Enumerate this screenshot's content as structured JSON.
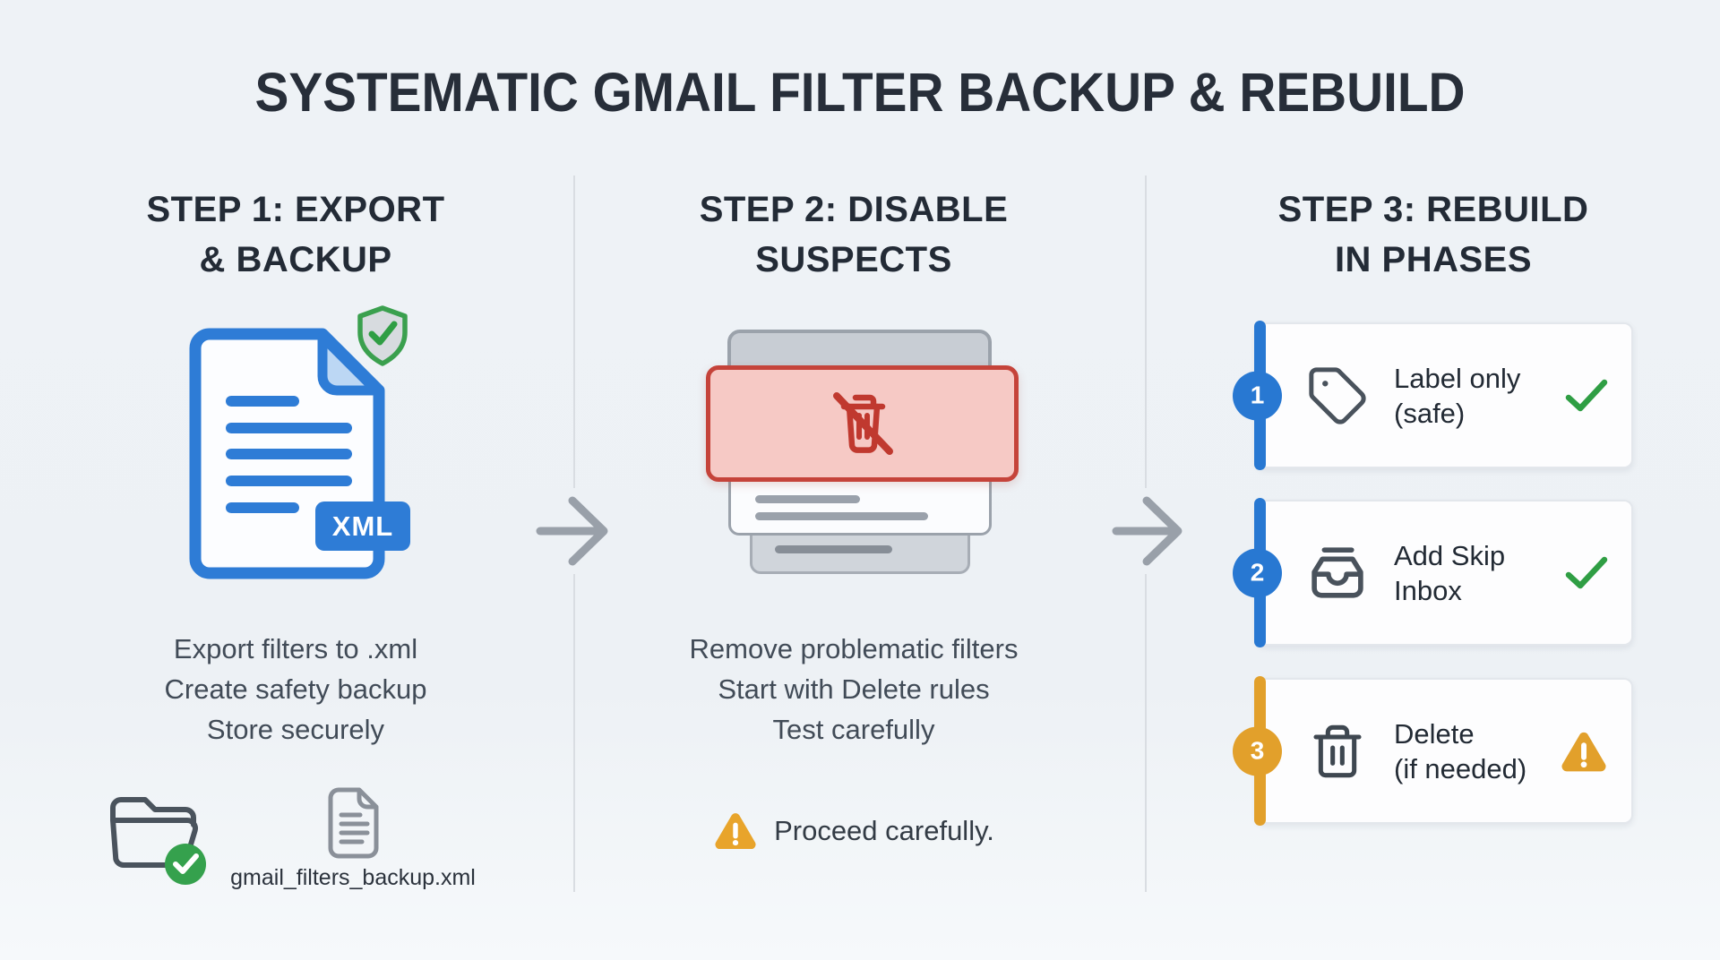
{
  "title": "SYSTEMATIC GMAIL FILTER BACKUP & REBUILD",
  "colors": {
    "background": "#edf1f5",
    "heading_text": "#232b36",
    "body_text": "#414b57",
    "accent_blue": "#2e7cd6",
    "badge_blue": "#2878d2",
    "badge_orange": "#e2a02b",
    "success_green": "#2f9e44",
    "danger_red_border": "#c5433a",
    "danger_red_fill": "#f6c9c5",
    "arrow_gray": "#99a0a9"
  },
  "icons": [
    "shield-check-icon",
    "xml-document-icon",
    "folder-check-icon",
    "file-icon",
    "disabled-trash-icon",
    "warning-triangle-icon",
    "tag-icon",
    "inbox-icon",
    "trash-icon",
    "check-icon",
    "arrow-right-icon"
  ],
  "steps": {
    "step1": {
      "heading": [
        "STEP 1: EXPORT",
        "& BACKUP"
      ],
      "bullets": [
        "Export filters to .xml",
        "Create safety backup",
        "Store securely"
      ],
      "xml_badge": "XML",
      "filename": "gmail_filters_backup.xml"
    },
    "step2": {
      "heading": [
        "STEP 2: DISABLE",
        "SUSPECTS"
      ],
      "bullets": [
        "Remove problematic filters",
        "Start with Delete rules",
        "Test carefully"
      ],
      "warning": "Proceed carefully."
    },
    "step3": {
      "heading": [
        "STEP 3: REBUILD",
        "IN PHASES"
      ],
      "phases": [
        {
          "number": "1",
          "label": [
            "Label only",
            "(safe)"
          ],
          "status": "ok"
        },
        {
          "number": "2",
          "label": [
            "Add Skip",
            "Inbox"
          ],
          "status": "ok"
        },
        {
          "number": "3",
          "label": [
            "Delete",
            "(if needed)"
          ],
          "status": "warning"
        }
      ]
    }
  }
}
